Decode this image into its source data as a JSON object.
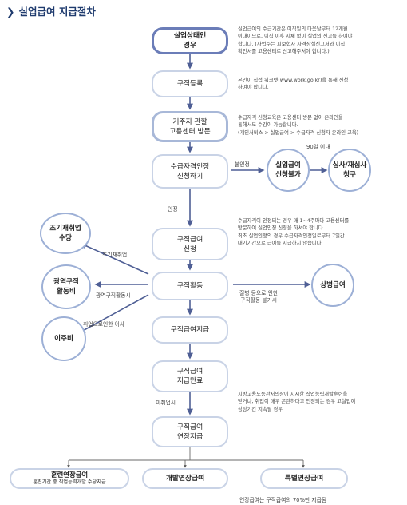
{
  "title": "실업급여 지급절차",
  "colors": {
    "title": "#1f3b6e",
    "arrow": "#4f5f95",
    "box_border": "#c9d3e6",
    "accent_border": "#6b7db8"
  },
  "icons": {
    "title_marker": "chevron-right-icon"
  },
  "steps": {
    "s1": "실업상태인\n경우",
    "s2": "구직등록",
    "s3": "거주지 관할\n고용센터 방문",
    "s4": "수급자격인정\n신청하기",
    "s5": "구직급여\n신청",
    "s6": "구직활동",
    "s7": "구직급여지급",
    "s8": "구직급여\n지급만료",
    "s9": "구직급여\n연장지급"
  },
  "side": {
    "unfit": "실업급여\n신청불가",
    "appeal": "심사/재심사\n청구",
    "early": "조기재취업\n수당",
    "wide": "광역구직\n활동비",
    "move": "이주비",
    "sick": "상병급여"
  },
  "ext": {
    "training": "훈련연장급여",
    "training_sub": "훈련기간 중 직업능력개발 수당지급",
    "dev": "개발연장급여",
    "special": "특별연장급여"
  },
  "labels": {
    "rejected": "불인정",
    "days90": "90일 이내",
    "approved": "인정",
    "early": "조기재취업",
    "wide": "광역구직활동시",
    "move": "취업으로인한 이사",
    "sick": "질병 등으로 인한\n구직활동 불가시",
    "unemployed": "미취업시"
  },
  "notes": {
    "n1": "실업급여의 수급기간은 이직일의 다음날부터 12개월\n이내이므로, 이직 이후 지체 없이 실업의 신고를 하여야\n합니다. (사업주는 피보험자 자격상실신고서와 이직\n확인서를 고용센터로 신고해주셔야 합니다.)",
    "n2": "본인이 직접 워크넷(www.work.go.kr)을 통해 신청\n하여야 합니다.",
    "n3": "수급자격 신청교육은 고용센터 방문 없이 온라인을\n통해서도 수강이 가능합니다.\n(개인서비스 > 실업급여 > 수급자격 신청자 온라인 교육)",
    "n4": "수급자격이 인정되는 경우 매 1~4주마다 고용센터를\n방문하여 실업인정 신청을 하셔야 합니다.\n최초 실업인정의 경우 수급자격인정일로부터 7일간\n대기기간으로 급여를 지급하지 않습니다.",
    "n5": "지방고용노동관서의장이 지시한 직업능력개발훈련을\n받거나, 취업이 매우 곤란하다고 인정되는 경우 고실업이\n상당기간 지속될 경우"
  },
  "footnote": "연장급여는 구직급여의 70%만 지급됨"
}
